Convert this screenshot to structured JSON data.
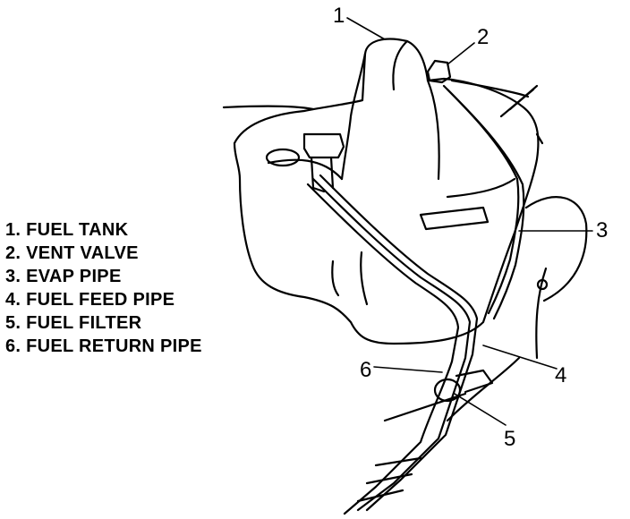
{
  "legend": [
    "1. FUEL TANK",
    "2. VENT VALVE",
    "3. EVAP PIPE",
    "4. FUEL FEED PIPE",
    "5. FUEL FILTER",
    "6. FUEL RETURN PIPE"
  ],
  "callouts": [
    "1",
    "2",
    "3",
    "4",
    "5",
    "6"
  ],
  "colors": {
    "line": "#000000",
    "background": "#ffffff"
  }
}
